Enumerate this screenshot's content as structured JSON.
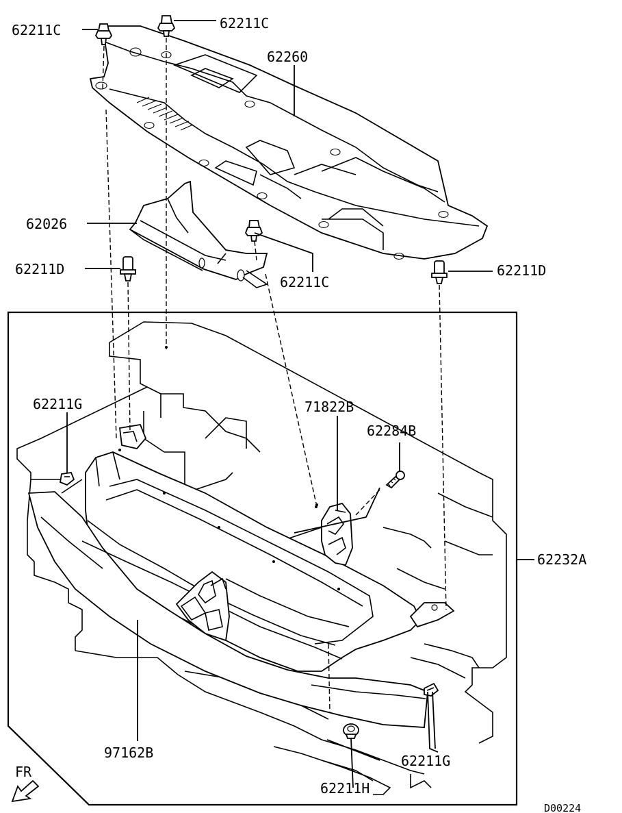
{
  "labels": {
    "clip_c_top_left": "62211C",
    "clip_c_top_right": "62211C",
    "upper_cover": "62260",
    "duct": "62026",
    "clip_c_mid": "62211C",
    "clip_d_left": "62211D",
    "clip_d_right": "62211D",
    "clip_g_left": "62211G",
    "bracket": "71822B",
    "screw": "62284B",
    "grille_assy": "62232A",
    "emblem": "97162B",
    "clip_g_right": "62211G",
    "clip_h": "62211H",
    "front_marker": "FR",
    "diagram_code": "D00224"
  }
}
